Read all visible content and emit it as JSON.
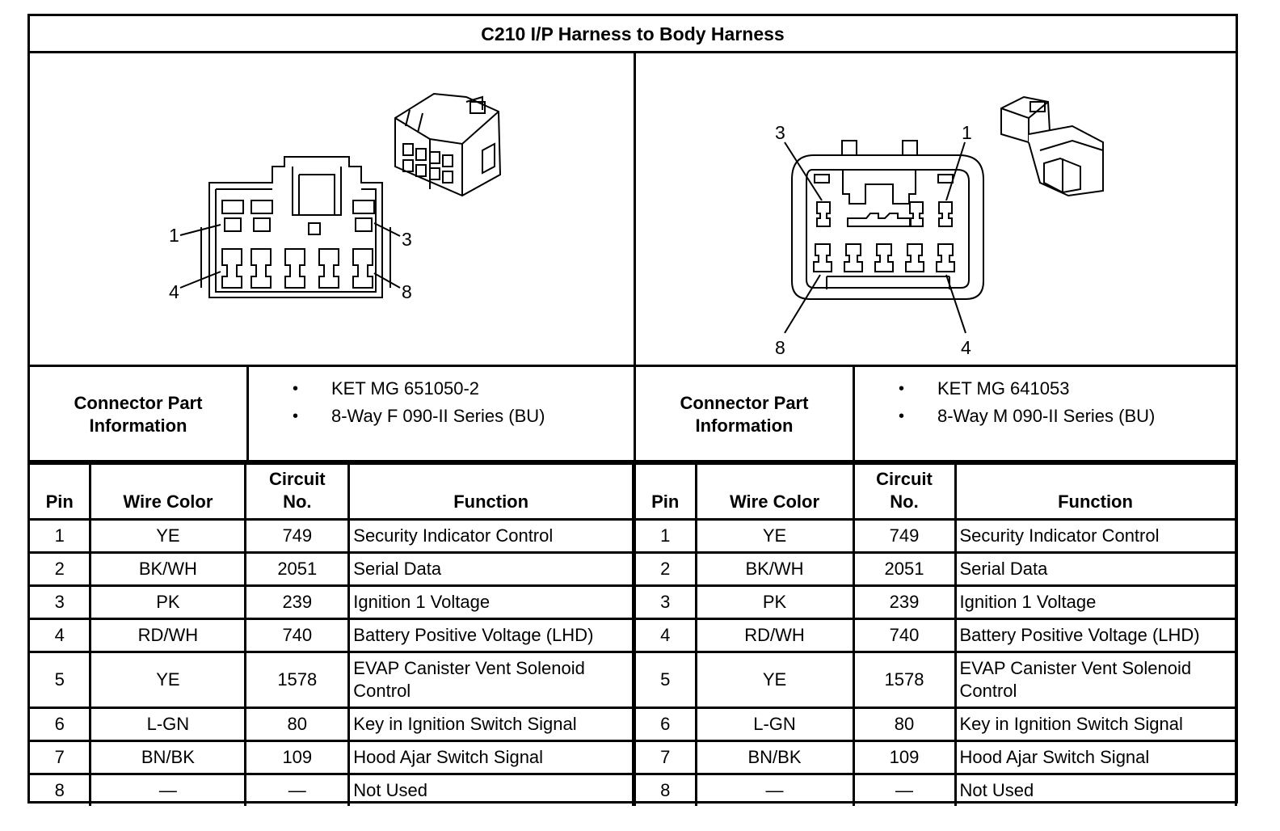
{
  "title": "C210 I/P Harness to Body Harness",
  "connectors": [
    {
      "pin_callouts": [
        "1",
        "3",
        "4",
        "8"
      ],
      "part_info_label": "Connector Part Information",
      "part_info": [
        "KET MG 651050-2",
        "8-Way F 090-II Series (BU)"
      ],
      "bullet": "•"
    },
    {
      "pin_callouts": [
        "3",
        "1",
        "8",
        "4"
      ],
      "part_info_label": "Connector Part Information",
      "part_info": [
        "KET MG 641053",
        "8-Way M 090-II Series (BU)"
      ],
      "bullet": "•"
    }
  ],
  "table": {
    "headers": {
      "pin": "Pin",
      "wire_color": "Wire Color",
      "circuit_1": "Circuit",
      "circuit_2": "No.",
      "function": "Function"
    },
    "rows": [
      {
        "pin": "1",
        "wire_color": "YE",
        "circuit": "749",
        "function": "Security Indicator Control"
      },
      {
        "pin": "2",
        "wire_color": "BK/WH",
        "circuit": "2051",
        "function": "Serial Data"
      },
      {
        "pin": "3",
        "wire_color": "PK",
        "circuit": "239",
        "function": "Ignition 1 Voltage"
      },
      {
        "pin": "4",
        "wire_color": "RD/WH",
        "circuit": "740",
        "function": "Battery Positive Voltage (LHD)"
      },
      {
        "pin": "5",
        "wire_color": "YE",
        "circuit": "1578",
        "function": "EVAP Canister Vent Solenoid Control"
      },
      {
        "pin": "6",
        "wire_color": "L-GN",
        "circuit": "80",
        "function": "Key in Ignition Switch Signal"
      },
      {
        "pin": "7",
        "wire_color": "BN/BK",
        "circuit": "109",
        "function": "Hood Ajar Switch Signal"
      },
      {
        "pin": "8",
        "wire_color": "—",
        "circuit": "—",
        "function": "Not Used"
      }
    ]
  }
}
